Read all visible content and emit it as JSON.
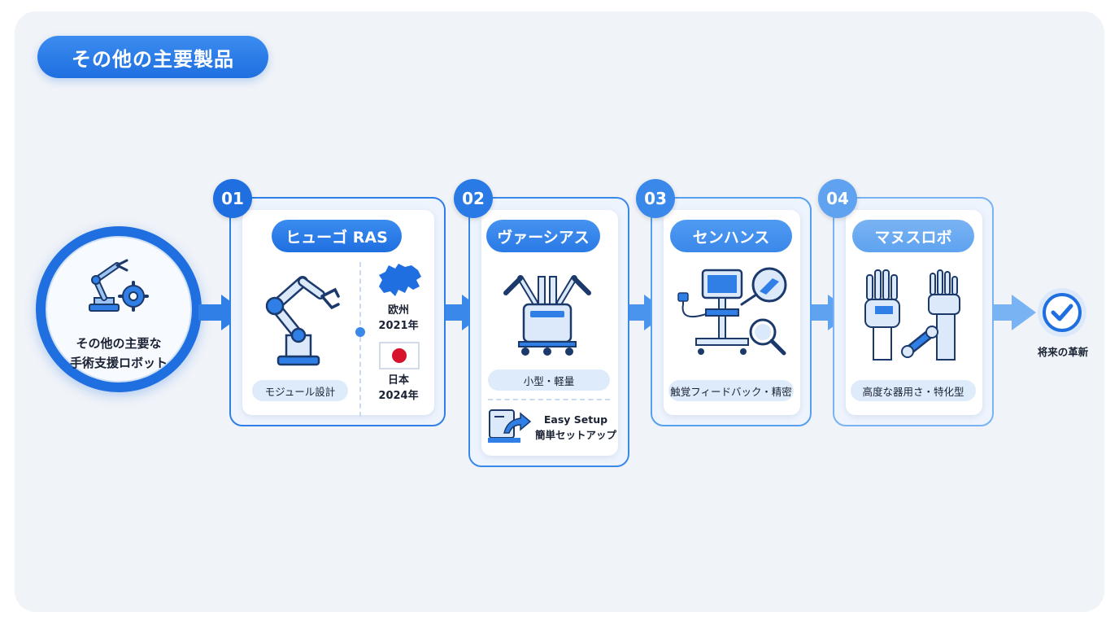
{
  "title": "その他の主要製品",
  "start": {
    "line1": "その他の主要な",
    "line2": "手術支援ロボット"
  },
  "products": [
    {
      "number": "01",
      "name": "ヒューゴ RAS",
      "feature": "モジュール設計",
      "regions": [
        {
          "place": "欧州",
          "year": "2021年"
        },
        {
          "place": "日本",
          "year": "2024年"
        }
      ]
    },
    {
      "number": "02",
      "name": "ヴァーシアス",
      "feature": "小型・軽量",
      "setup_en": "Easy Setup",
      "setup_ja": "簡単セットアップ"
    },
    {
      "number": "03",
      "name": "センハンス",
      "feature": "触覚フィードバック・精密"
    },
    {
      "number": "04",
      "name": "マヌスロボ",
      "feature": "高度な器用さ・特化型"
    }
  ],
  "end_label": "将来の革新",
  "colors": {
    "primary": "#1f6fe0",
    "accent_light": "#6fb0f5",
    "flag_red": "#d7132b"
  },
  "icons": [
    "robot-arm-gear-icon",
    "robot-arm-icon",
    "europe-map-icon",
    "japan-flag-icon",
    "surgical-cart-robot-icon",
    "easy-setup-icon",
    "console-magnifier-icon",
    "robotic-hands-icon",
    "check-circle-icon"
  ]
}
